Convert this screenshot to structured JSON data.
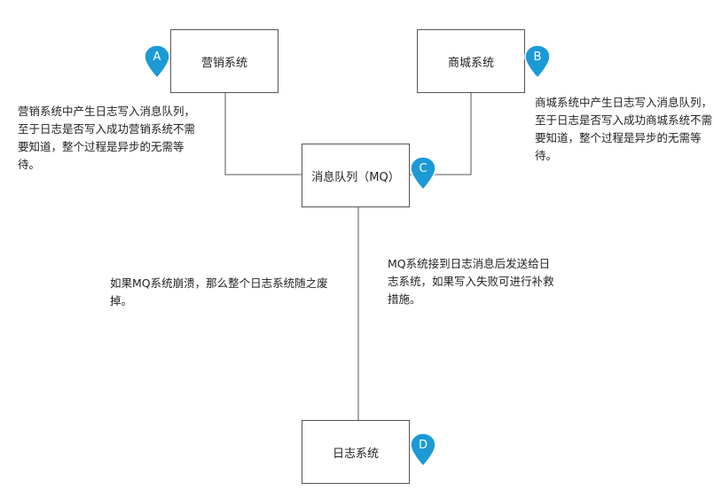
{
  "nodes": {
    "marketing": "营销系统",
    "mall": "商城系统",
    "mq": "消息队列（MQ）",
    "log": "日志系统"
  },
  "markers": {
    "a": "A",
    "b": "B",
    "c": "C",
    "d": "D"
  },
  "notes": {
    "marketing": "营销系统中产生日志写入消息队列，至于日志是否写入成功营销系统不需要知道，整个过程是异步的无需等待。",
    "mall": "商城系统中产生日志写入消息队列，至于日志是否写入成功商城系统不需要知道，整个过程是异步的无需等待。",
    "mq_crash": "如果MQ系统崩溃，那么整个日志系统随之废掉。",
    "log_system": "MQ系统接到日志消息后发送给日志系统，如果写入失败可进行补救措施。"
  },
  "colors": {
    "marker": "#1b9ad6",
    "line": "#555555"
  }
}
